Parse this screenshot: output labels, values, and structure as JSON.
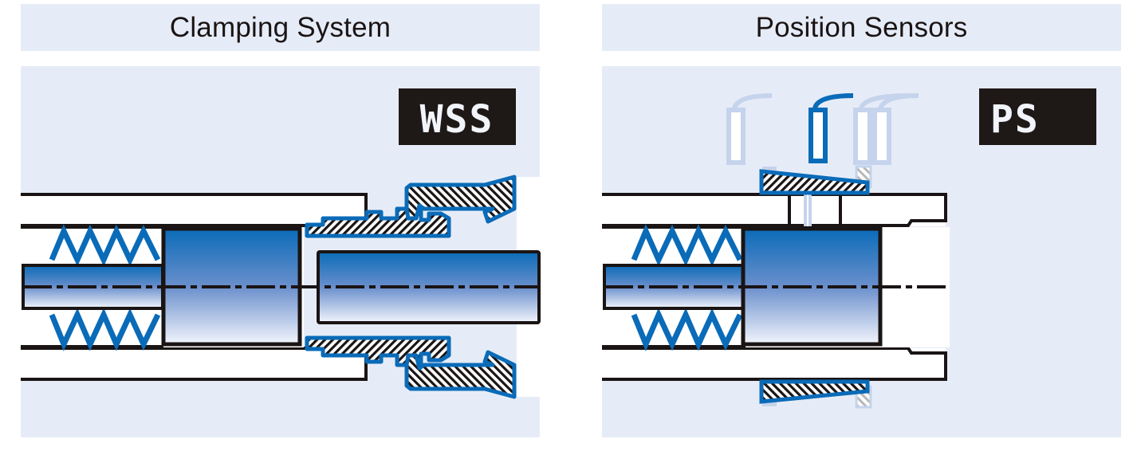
{
  "panels": [
    {
      "title": "Clamping System",
      "badge": "WSS",
      "components": [
        "housing-tube",
        "spring",
        "piston",
        "piston-rod",
        "clamping-collet",
        "clamping-sleeve",
        "workpiece-shaft",
        "centerline"
      ]
    },
    {
      "title": "Position Sensors",
      "badge": "PS",
      "components": [
        "housing-tube",
        "spring",
        "piston",
        "piston-rod",
        "sensor-active",
        "sensor-ghost-left",
        "sensor-ghost-right-1",
        "sensor-ghost-right-2",
        "tapered-ring",
        "centerline"
      ]
    }
  ],
  "colors": {
    "panel_bg": "#e6ecf7",
    "steel_blue": "#0a6bb8",
    "outline": "#1a1414",
    "ghost_blue": "#c5d3ec",
    "badge_bg": "#1e1816",
    "badge_text": "#f2f4fb"
  }
}
